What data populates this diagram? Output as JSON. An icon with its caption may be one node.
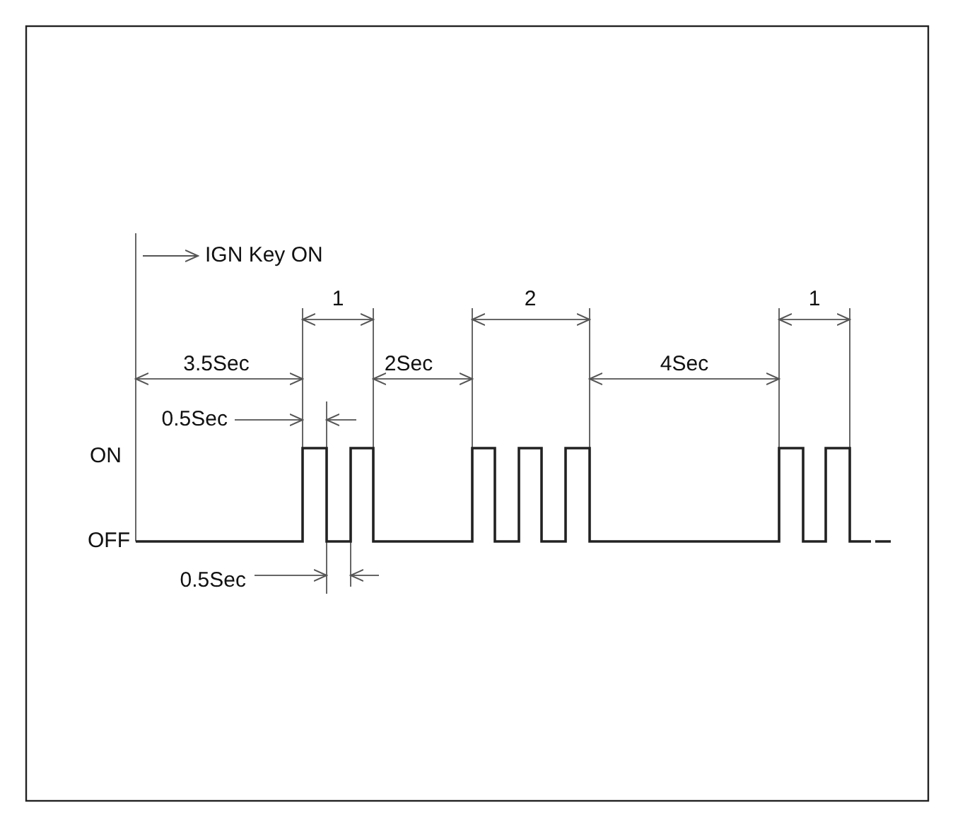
{
  "diagram": {
    "labels": [
      "IGN Key ON",
      "1",
      "3.5Sec",
      "2Sec",
      "2",
      "4Sec",
      "1",
      "0.5Sec",
      "ON",
      "OFF",
      "0.5Sec"
    ]
  }
}
